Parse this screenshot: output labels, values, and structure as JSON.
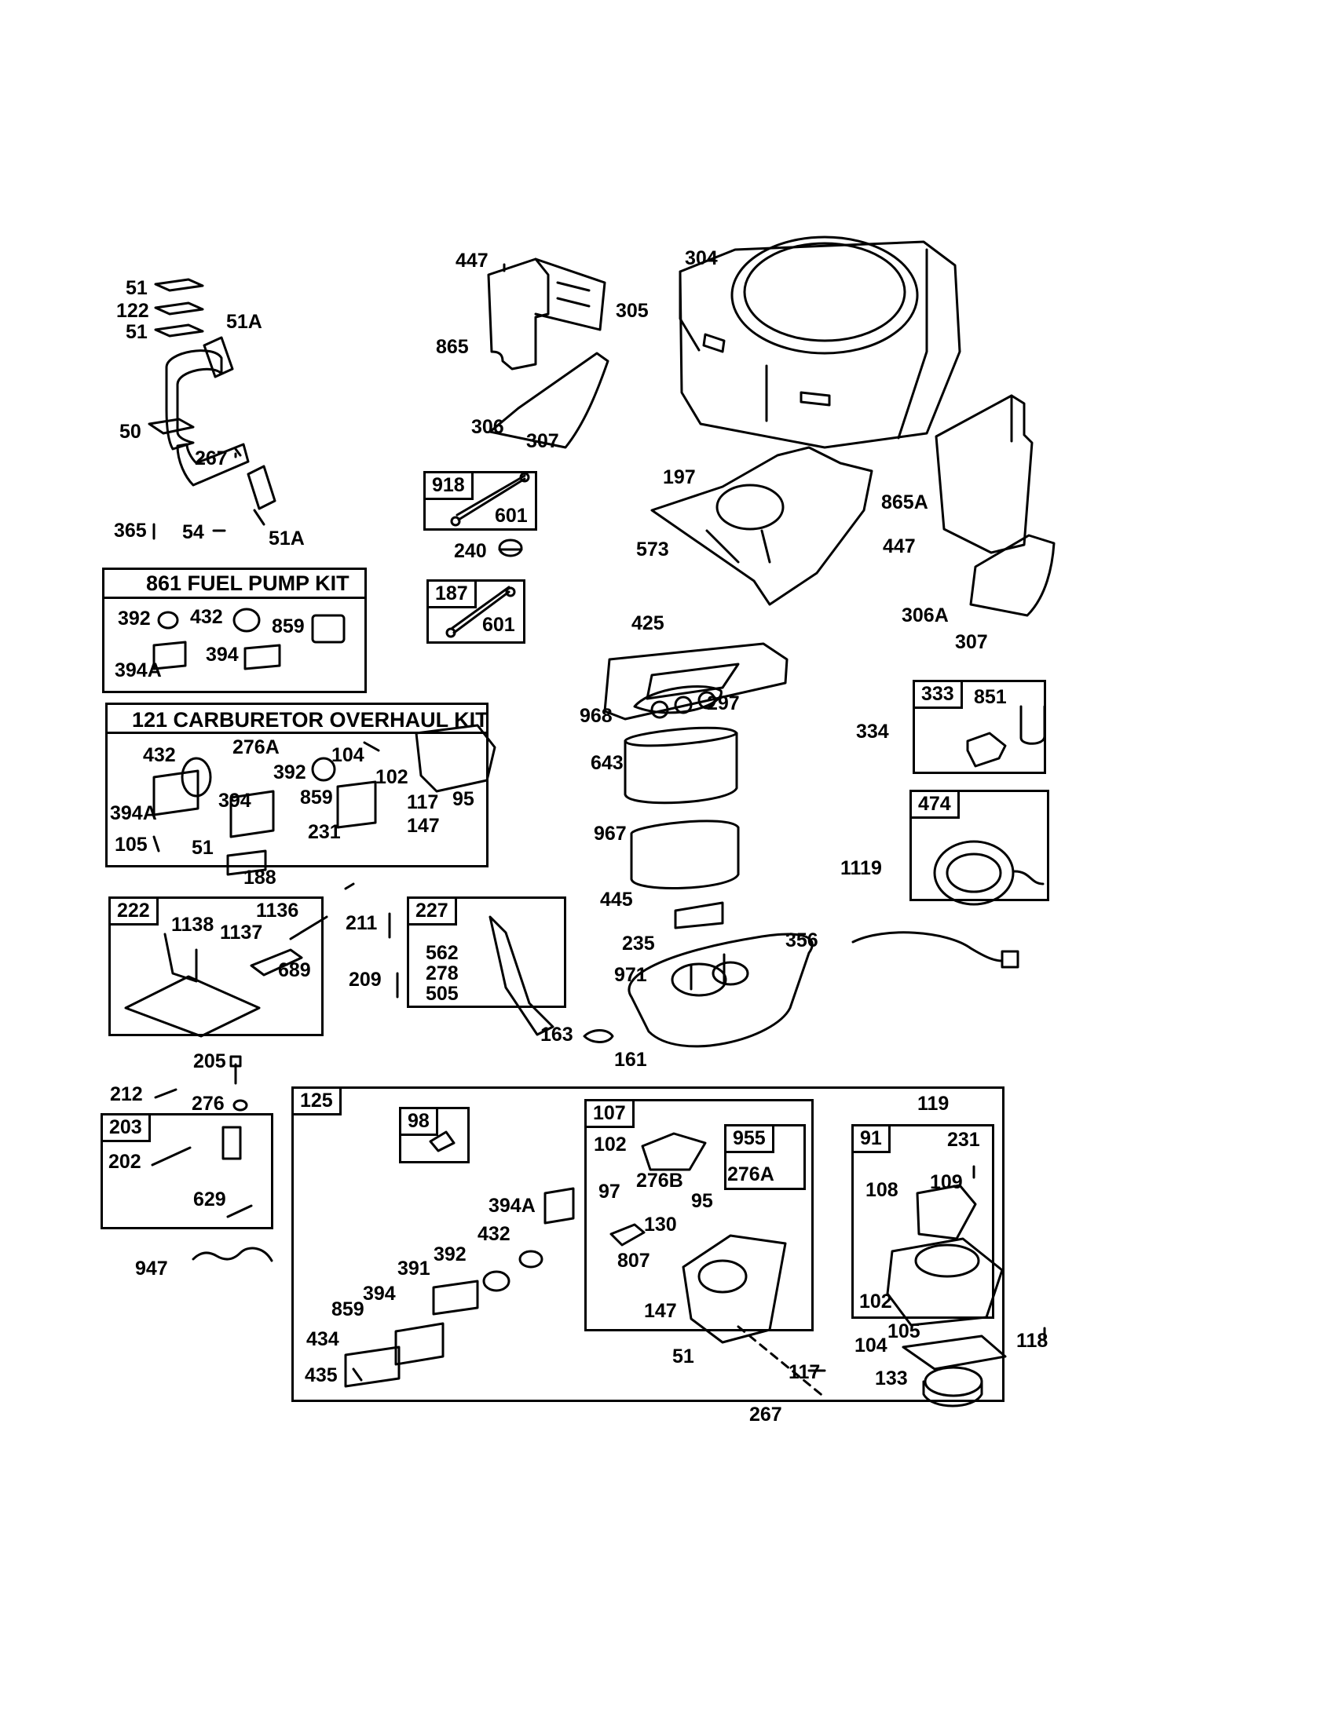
{
  "kits": {
    "fuel_pump": "861 FUEL PUMP KIT",
    "carb_overhaul": "121 CARBURETOR OVERHAUL KIT"
  },
  "group_tags": {
    "g918": "918",
    "g187": "187",
    "g333": "333",
    "g474": "474",
    "g222": "222",
    "g227": "227",
    "g203": "203",
    "g125": "125",
    "g98": "98",
    "g107": "107",
    "g955": "955",
    "g91": "91"
  },
  "labels": {
    "l51a": "51",
    "l122": "122",
    "l51b": "51",
    "l51A_top": "51A",
    "l50": "50",
    "l267_top": "267",
    "l365": "365",
    "l54": "54",
    "l51A_bot": "51A",
    "l447_top": "447",
    "l304": "304",
    "l305": "305",
    "l865": "865",
    "l306": "306",
    "l307_top": "307",
    "l601_a": "601",
    "l240": "240",
    "l601_b": "601",
    "l197": "197",
    "l573": "573",
    "l865A": "865A",
    "l447_right": "447",
    "l306A": "306A",
    "l307_right": "307",
    "l425": "425",
    "l968": "968",
    "l297": "297",
    "l643": "643",
    "l967": "967",
    "l445": "445",
    "l235": "235",
    "l971": "971",
    "l163": "163",
    "l161": "161",
    "l851": "851",
    "l334": "334",
    "l1119": "1119",
    "l356": "356",
    "fp_392": "392",
    "fp_432": "432",
    "fp_859": "859",
    "fp_394": "394",
    "fp_394A": "394A",
    "co_432": "432",
    "co_276A": "276A",
    "co_104": "104",
    "co_392": "392",
    "co_102": "102",
    "co_394A": "394A",
    "co_394": "394",
    "co_859": "859",
    "co_117": "117",
    "co_95": "95",
    "co_147": "147",
    "co_231": "231",
    "co_105": "105",
    "co_51": "51",
    "l188": "188",
    "l1138": "1138",
    "l1137": "1137",
    "l1136": "1136",
    "l689": "689",
    "l211": "211",
    "l209": "209",
    "l562": "562",
    "l278": "278",
    "l505": "505",
    "l205": "205",
    "l212": "212",
    "l276": "276",
    "l202": "202",
    "l629": "629",
    "l947": "947",
    "c_394A": "394A",
    "c_432": "432",
    "c_392": "392",
    "c_391": "391",
    "c_394": "394",
    "c_859": "859",
    "c_434": "434",
    "c_435": "435",
    "c_102": "102",
    "c_97": "97",
    "c_276B": "276B",
    "c_95": "95",
    "c_130": "130",
    "c_807": "807",
    "c_147": "147",
    "c_276A": "276A",
    "c_51": "51",
    "c_117": "117",
    "c_267": "267",
    "c_119": "119",
    "c_231": "231",
    "c_108": "108",
    "c_109": "109",
    "c_102b": "102",
    "c_105": "105",
    "c_104": "104",
    "c_133": "133",
    "c_118": "118"
  }
}
